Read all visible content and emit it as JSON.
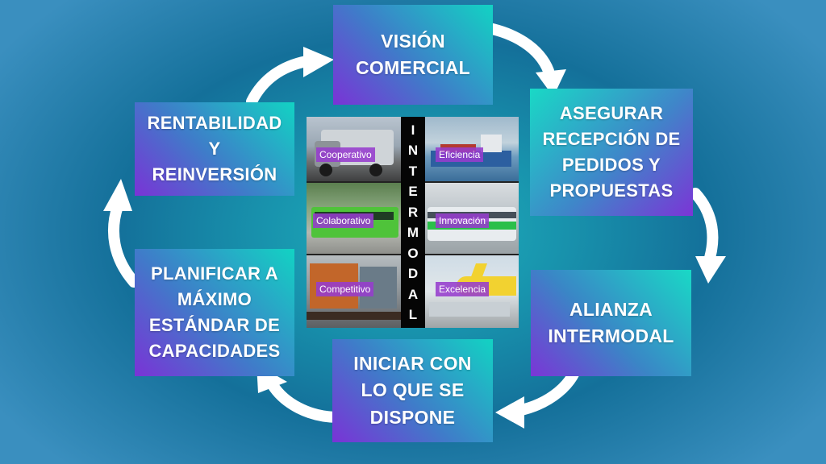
{
  "nodes": {
    "vision": "VISIÓN\nCOMERCIAL",
    "asegurar": "ASEGURAR\nRECEPCIÓN DE\nPEDIDOS Y\nPROPUESTAS",
    "alianza": "ALIANZA\nINTERMODAL",
    "iniciar": "INICIAR CON\nLO QUE SE\nDISPONE",
    "planificar": "PLANIFICAR A\nMÁXIMO\nESTÁNDAR DE\nCAPACIDADES",
    "rentabilidad": "RENTABILIDAD\nY\nREINVERSIÓN"
  },
  "center_word": "INTERMODAL",
  "photo_tags": [
    "Cooperativo",
    "Eficiencia",
    "Colaborativo",
    "Innovación",
    "Competitivo",
    "Excelencia"
  ],
  "colors": {
    "box_purple": "#7b35d6",
    "box_cyan": "#19d9c6",
    "tag": "#963ccd",
    "arrow": "#ffffff"
  }
}
